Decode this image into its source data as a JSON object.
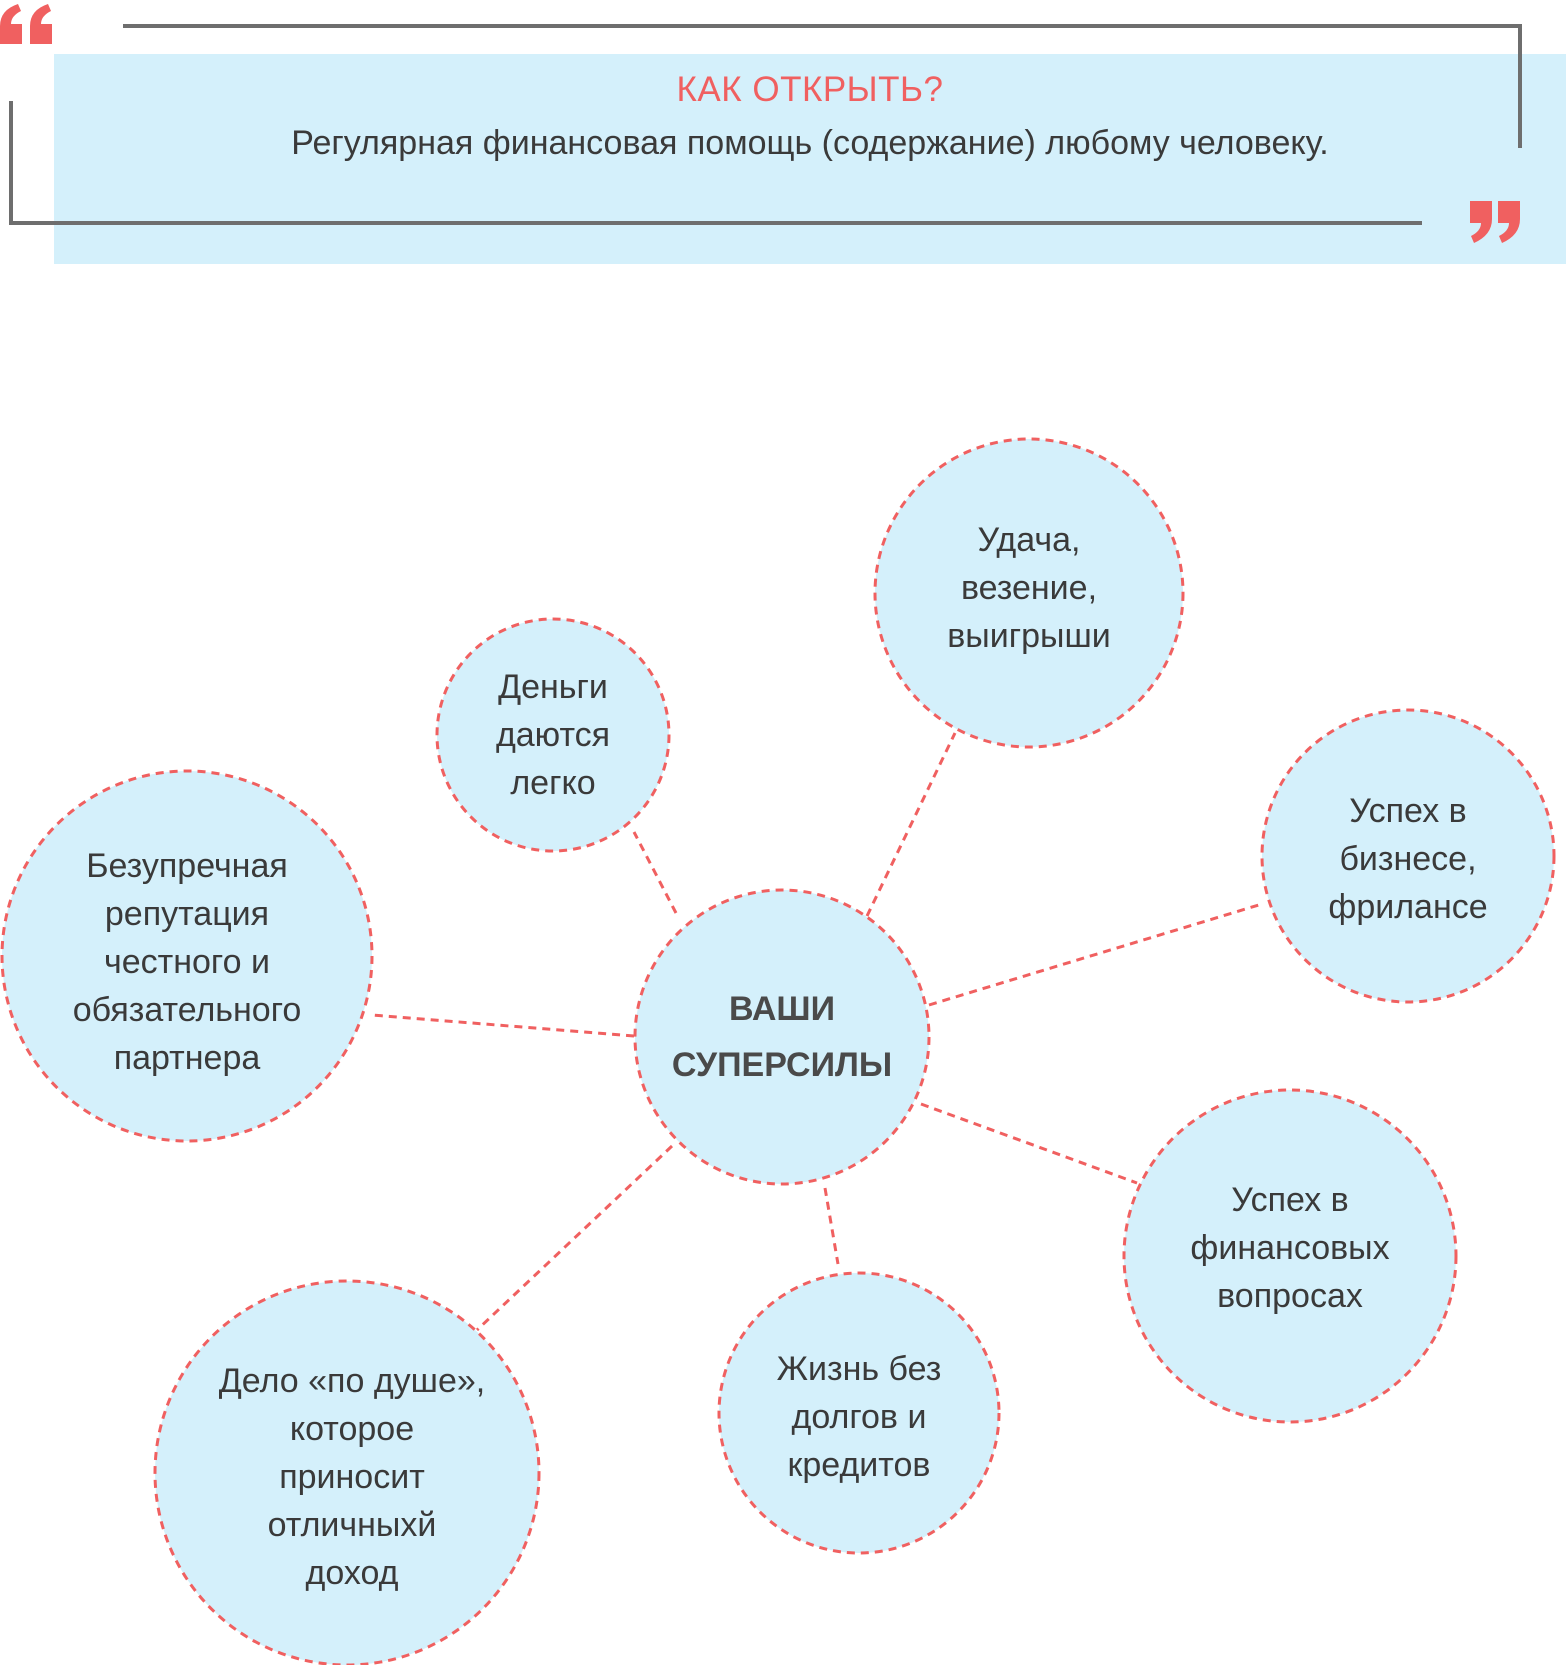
{
  "colors": {
    "accent": "#f06060",
    "circle_fill": "#d4f0fb",
    "box_fill": "#d4f0fb",
    "frame": "#6e6e6e",
    "text": "#3a3a3a"
  },
  "quote": {
    "heading": "КАК ОТКРЫТЬ?",
    "text": "Регулярная финансовая помощь (содержание) любому человеку.",
    "open_icon": "open-quote-icon",
    "close_icon": "close-quote-icon"
  },
  "diagram": {
    "center": "ВАШИ\nСУПЕРСИЛЫ",
    "nodes": [
      "Деньги\nдаются\nлегко",
      "Удача,\nвезение,\nвыигрыши",
      "Успех в\nбизнесе,\nфрилансе",
      "Успех в\nфинансовых\nвопросах",
      "Жизнь без\nдолгов и\nкредитов",
      "Дело «по душе»,\nкоторое\nприносит\nотличныхй\nдоход",
      "Безупречная\nрепутация\nчестного и\nобязательного\nпартнера"
    ]
  }
}
